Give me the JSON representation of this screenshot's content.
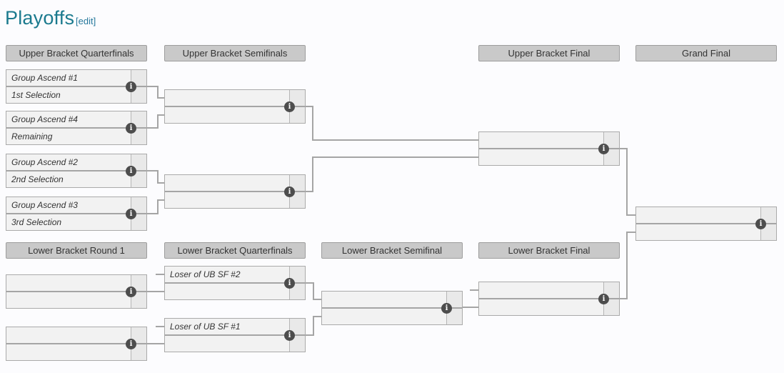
{
  "page": {
    "title": "Playoffs",
    "edit_label": "[edit]"
  },
  "headers": {
    "ub_qf": "Upper Bracket Quarterfinals",
    "ub_sf": "Upper Bracket Semifinals",
    "ub_final": "Upper Bracket Final",
    "grand_final": "Grand Final",
    "lb_r1": "Lower Bracket Round 1",
    "lb_qf": "Lower Bracket Quarterfinals",
    "lb_sf": "Lower Bracket Semifinal",
    "lb_final": "Lower Bracket Final"
  },
  "matches": {
    "ub_qf_1": {
      "top": "Group Ascend #1",
      "bottom": "1st Selection"
    },
    "ub_qf_2": {
      "top": "Group Ascend #4",
      "bottom": "Remaining"
    },
    "ub_qf_3": {
      "top": "Group Ascend #2",
      "bottom": "2nd Selection"
    },
    "ub_qf_4": {
      "top": "Group Ascend #3",
      "bottom": "3rd Selection"
    },
    "ub_sf_1": {
      "top": "",
      "bottom": ""
    },
    "ub_sf_2": {
      "top": "",
      "bottom": ""
    },
    "ub_final": {
      "top": "",
      "bottom": ""
    },
    "grand_final": {
      "top": "",
      "bottom": ""
    },
    "lb_r1_1": {
      "top": "",
      "bottom": ""
    },
    "lb_r1_2": {
      "top": "",
      "bottom": ""
    },
    "lb_qf_1": {
      "top": "Loser of UB SF #2",
      "bottom": ""
    },
    "lb_qf_2": {
      "top": "Loser of UB SF #1",
      "bottom": ""
    },
    "lb_sf": {
      "top": "",
      "bottom": ""
    },
    "lb_final": {
      "top": "",
      "bottom": ""
    }
  },
  "icons": {
    "info": "i"
  },
  "colors": {
    "heading_text": "#1b7a8e",
    "edit_link": "#26789c",
    "header_fill": "#c9c9c9",
    "header_border": "#9d9d9d",
    "match_fill": "#f2f2f2",
    "score_fill": "#e9e9e9",
    "match_border": "#aaaaaa",
    "connector": "#a5a5a5",
    "info_icon_bg": "#4d4d4d",
    "text": "#333333",
    "page_background": "#fcfcfe"
  }
}
